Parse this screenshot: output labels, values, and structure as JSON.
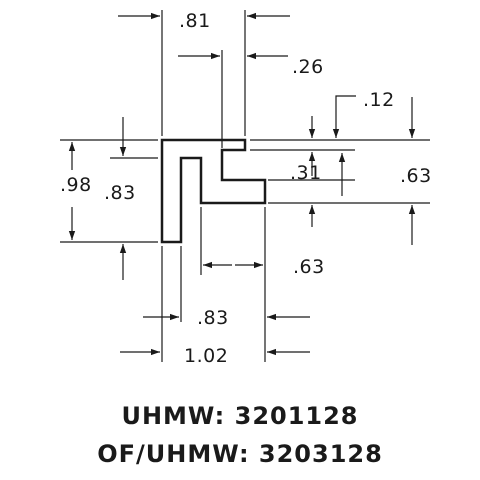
{
  "dimensions": {
    "d081": ".81",
    "d026": ".26",
    "d012": ".12",
    "d098": ".98",
    "d083_left": ".83",
    "d031": ".31",
    "d063_right": ".63",
    "d063_bottom": ".63",
    "d083_bottom": ".83",
    "d102": "1.02"
  },
  "parts": {
    "uhmw": "UHMW: 3201128",
    "of_uhmw": "OF/UHMW: 3203128"
  }
}
